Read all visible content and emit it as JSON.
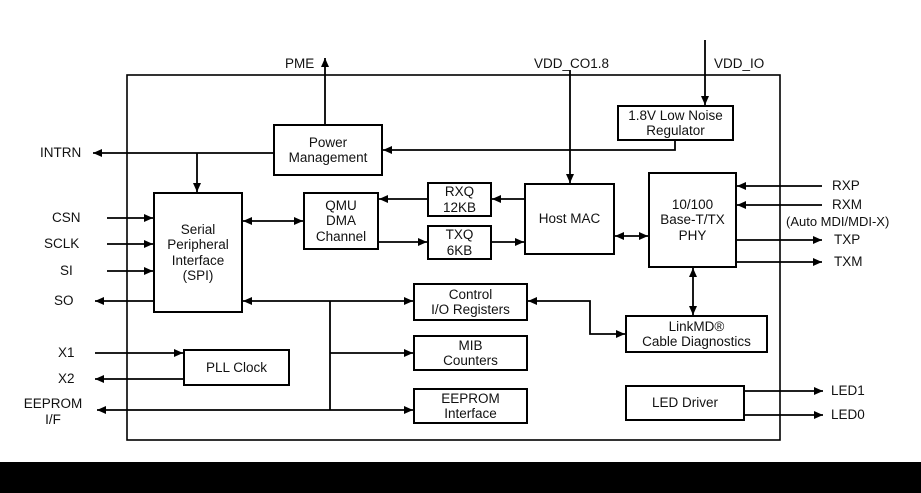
{
  "colors": {
    "background": "#ffffff",
    "line": "#000000",
    "bottom_bar": "#000000"
  },
  "blocks": {
    "power_management": [
      "Power",
      "Management"
    ],
    "regulator": [
      "1.8V Low Noise",
      "Regulator"
    ],
    "spi": [
      "Serial",
      "Peripheral",
      "Interface",
      "(SPI)"
    ],
    "qmu": [
      "QMU",
      "DMA",
      "Channel"
    ],
    "rxq": [
      "RXQ",
      "12KB"
    ],
    "txq": [
      "TXQ",
      "6KB"
    ],
    "host_mac": [
      "Host MAC"
    ],
    "phy": [
      "10/100",
      "Base-T/TX",
      "PHY"
    ],
    "control_io": [
      "Control",
      "I/O Registers"
    ],
    "mib": [
      "MIB",
      "Counters"
    ],
    "eeprom": [
      "EEPROM",
      "Interface"
    ],
    "pll": [
      "PLL Clock"
    ],
    "linkmd": [
      "LinkMD®",
      "Cable Diagnostics"
    ],
    "led_driver": [
      "LED Driver"
    ]
  },
  "pins": {
    "pme": "PME",
    "vdd_co18": "VDD_CO1.8",
    "vdd_io": "VDD_IO",
    "intrn": "INTRN",
    "csn": "CSN",
    "sclk": "SCLK",
    "si": "SI",
    "so": "SO",
    "x1": "X1",
    "x2": "X2",
    "eeprom_if": [
      "EEPROM",
      "I/F"
    ],
    "rxp": "RXP",
    "rxm": "RXM",
    "auto_mdi": "(Auto MDI/MDI-X)",
    "txp": "TXP",
    "txm": "TXM",
    "led1": "LED1",
    "led0": "LED0"
  }
}
